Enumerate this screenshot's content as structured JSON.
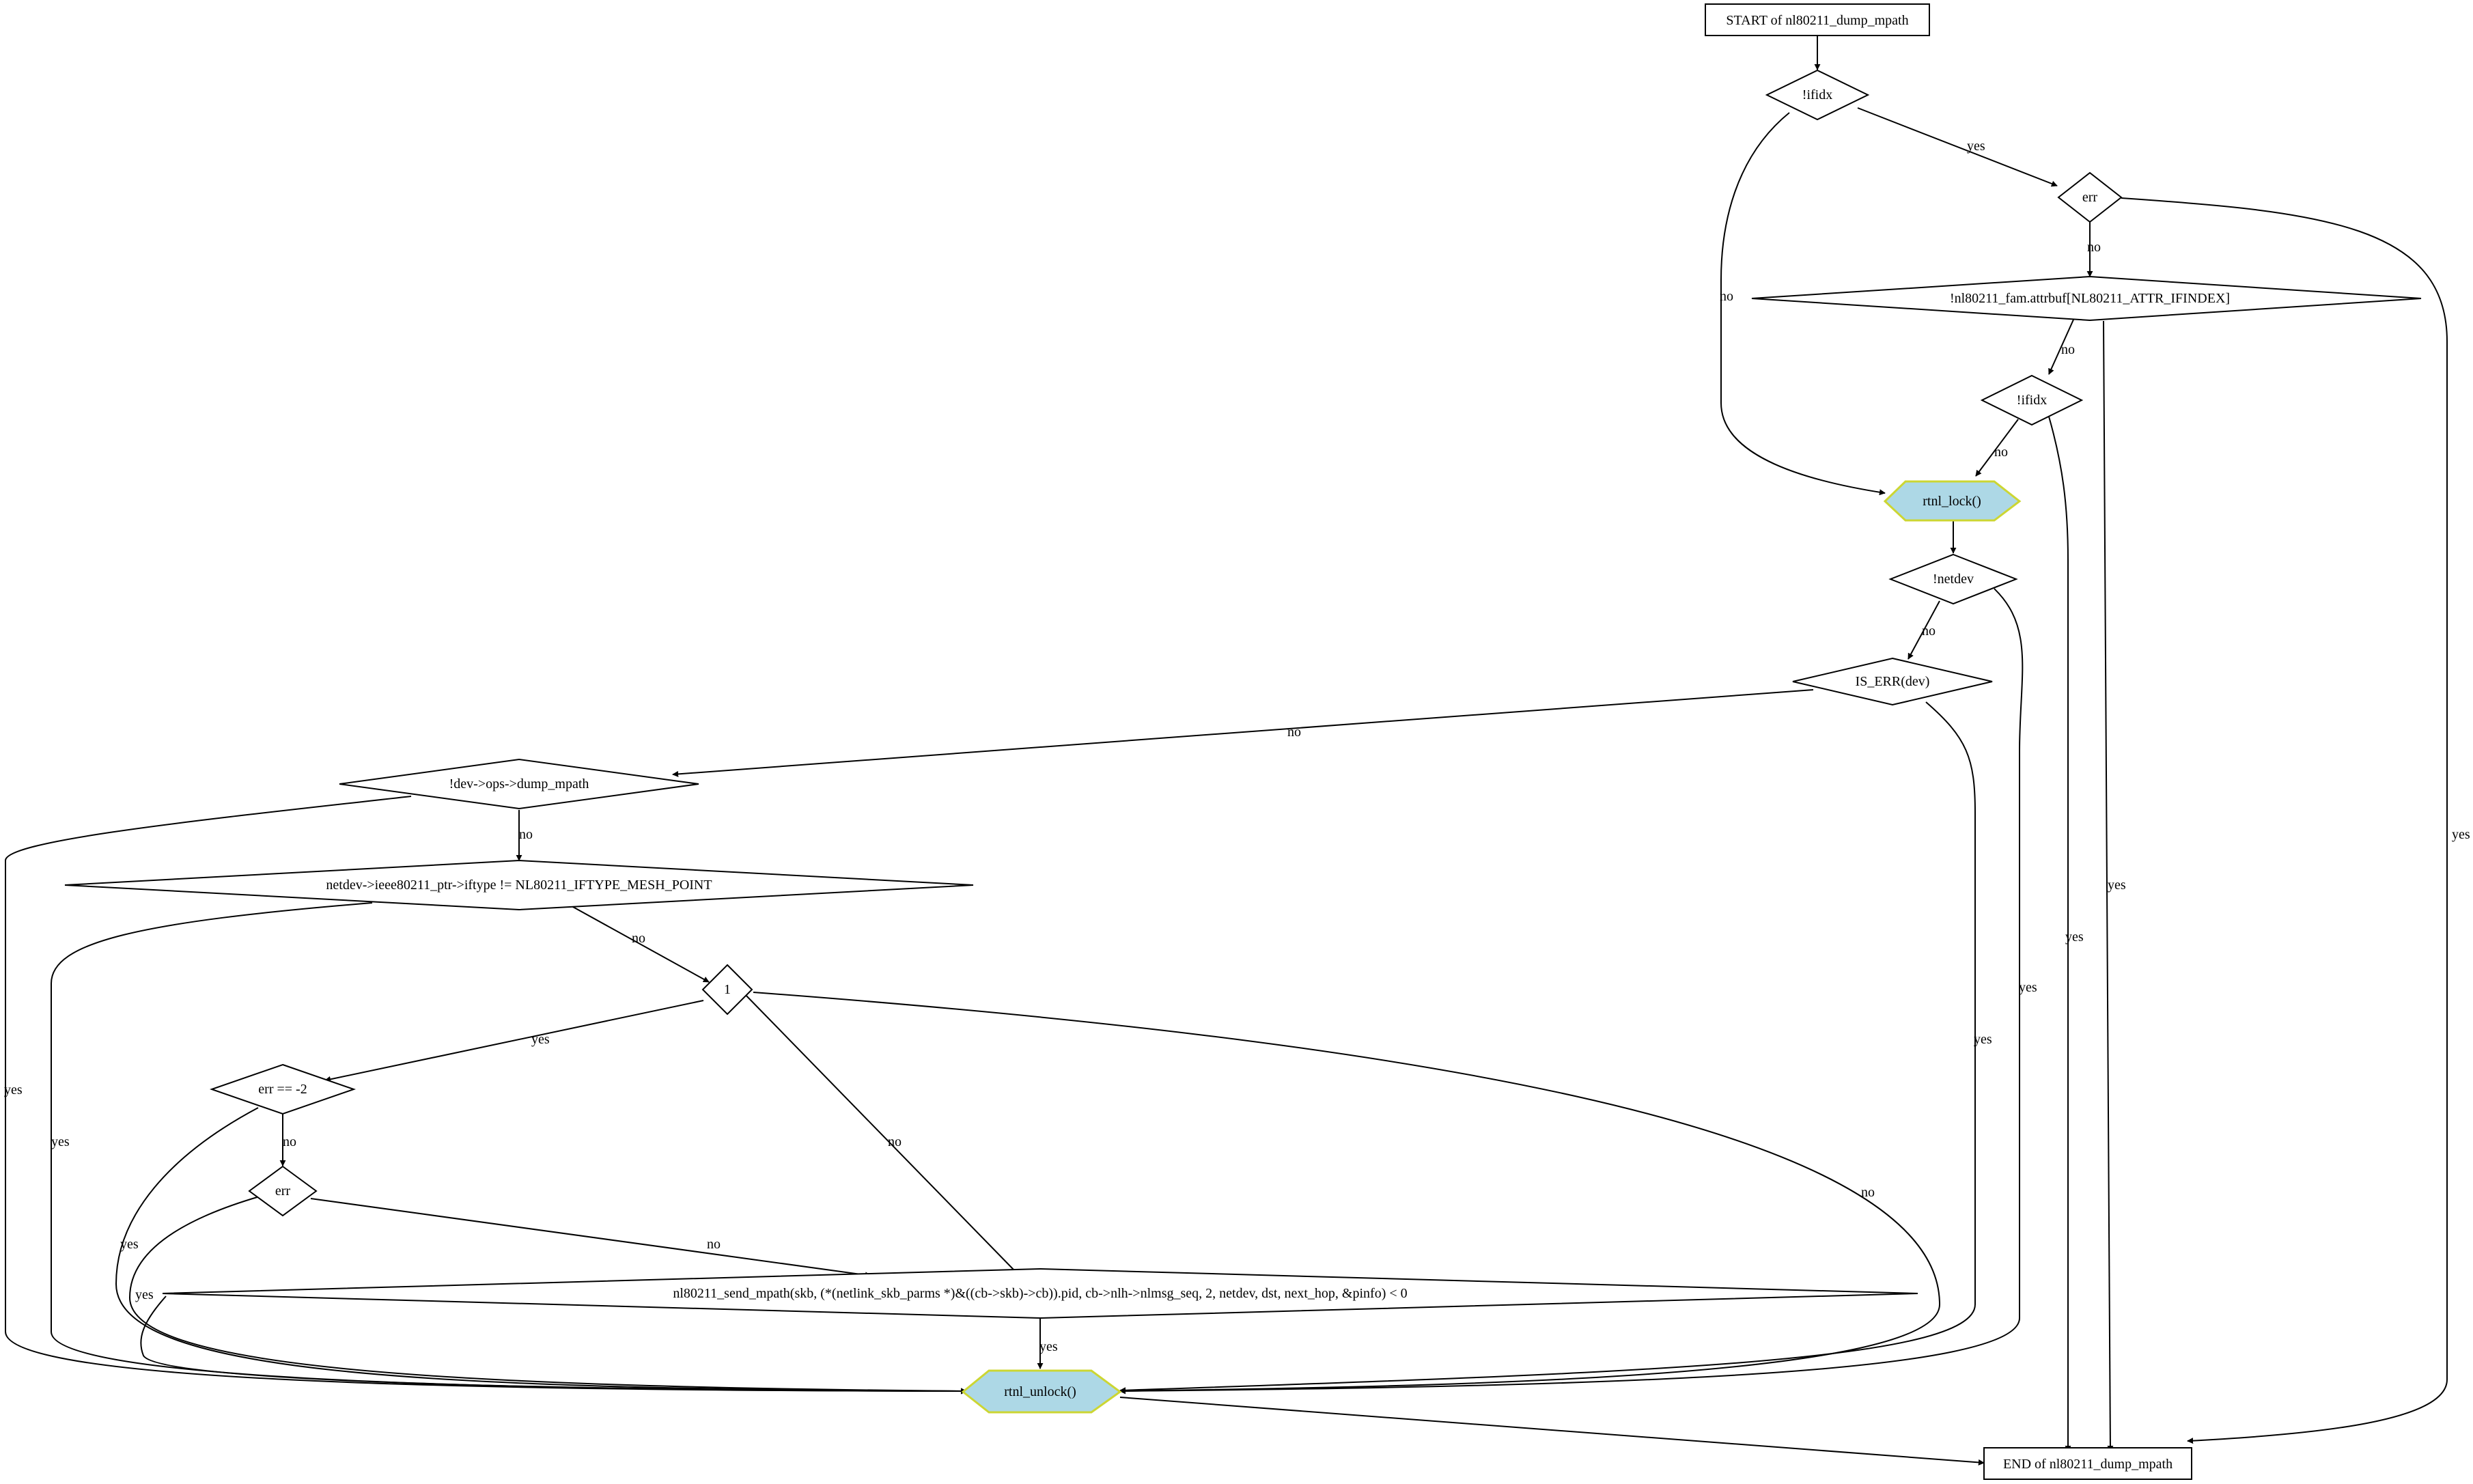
{
  "diagram": {
    "nodes": {
      "start": "START of nl80211_dump_mpath",
      "ifidx1": "!ifidx",
      "err1": "err",
      "attrbuf": "!nl80211_fam.attrbuf[NL80211_ATTR_IFINDEX]",
      "ifidx2": "!ifidx",
      "rtnl_lock": "rtnl_lock()",
      "netdev": "!netdev",
      "is_err": "IS_ERR(dev)",
      "dump_mpath": "!dev->ops->dump_mpath",
      "iftype": "netdev->ieee80211_ptr->iftype != NL80211_IFTYPE_MESH_POINT",
      "one": "1",
      "err_m2": "err == -2",
      "err2": "err",
      "send": "nl80211_send_mpath(skb, (*(netlink_skb_parms *)&((cb->skb)->cb)).pid, cb->nlh->nlmsg_seq, 2, netdev, dst, next_hop, &pinfo) < 0",
      "rtnl_unlock": "rtnl_unlock()",
      "end": "END of nl80211_dump_mpath"
    },
    "edge_labels": {
      "ifidx1_err1": "yes",
      "ifidx1_rtnl": "no",
      "err1_attrbuf": "no",
      "err1_end": "yes",
      "attrbuf_ifidx2": "no",
      "attrbuf_end": "yes",
      "ifidx2_rtnl": "no",
      "ifidx2_end": "yes",
      "netdev_is_err": "no",
      "netdev_unlock": "yes",
      "is_err_dump": "no",
      "is_err_unlock": "yes",
      "dump_iftype": "no",
      "dump_unlock": "yes",
      "iftype_one": "no",
      "iftype_unlock": "yes",
      "one_err_m2": "yes",
      "one_unlock": "no",
      "err_m2_err2": "no",
      "err_m2_unlock": "yes",
      "err2_send": "no",
      "err2_unlock": "yes",
      "send_one": "no",
      "send_unlock": "yes"
    },
    "colors": {
      "hex_fill": "#add8e6",
      "hex_stroke": "#ccd633",
      "line": "#000000"
    }
  }
}
